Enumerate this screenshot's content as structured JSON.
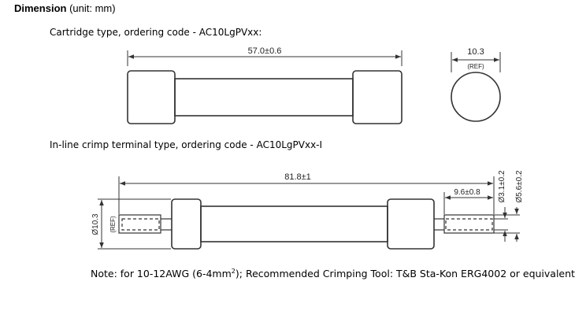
{
  "heading": {
    "bold": "Dimension",
    "rest": " (unit: mm)"
  },
  "cartridge": {
    "title": "Cartridge type, ordering code - AC10LgPVxx:",
    "length_label": "57.0±0.6",
    "diameter_label": "10.3",
    "ref_label": "(REF)"
  },
  "inline": {
    "title": "In-line crimp terminal type, ordering code - AC10LgPVxx-I",
    "length_label": "81.8±1",
    "terminal_length_label": "9.6±0.8",
    "diameter_label": "Ø10.3",
    "ref_label": "(REF)",
    "inner_dia_label": "Ø3.1±0.2",
    "outer_dia_label": "Ø5.6±0.2"
  },
  "note": {
    "prefix": "Note: for 10-12AWG (6-4mm",
    "sup": "2",
    "suffix": "); Recommended Crimping Tool: T&B Sta-Kon ERG4002 or equivalent"
  }
}
